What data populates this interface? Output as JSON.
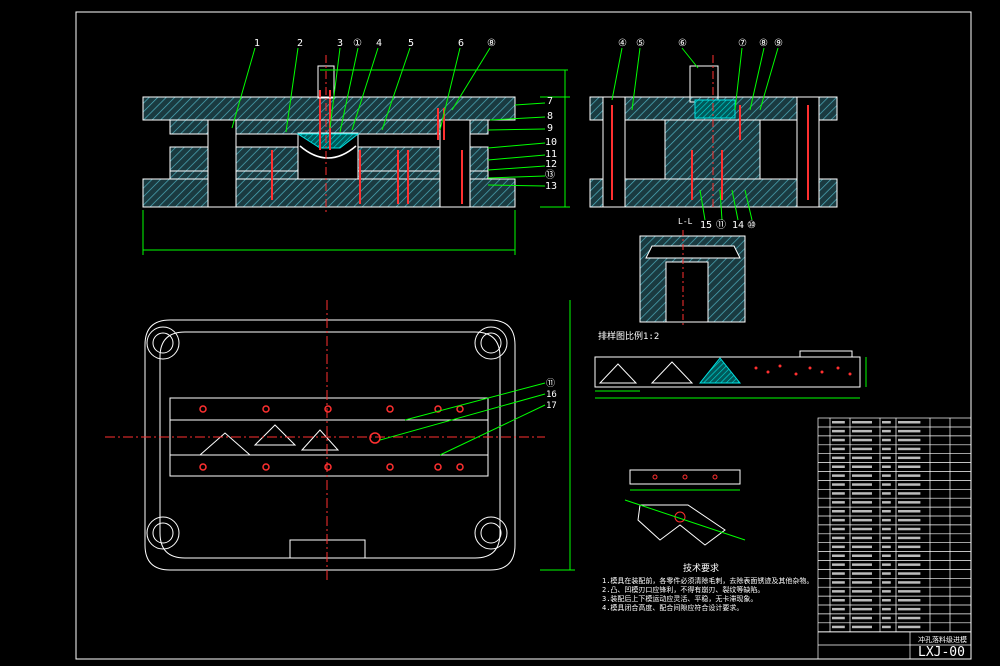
{
  "colors": {
    "background": "#000000",
    "outline": "#ffffff",
    "leader": "#00ff00",
    "hatch": "#40a0b0",
    "center": "#ff3030",
    "accent": "#ff2020",
    "text": "#ffffff",
    "cyan": "#00e0e0",
    "yellow": "#ffff00"
  },
  "front_view_labels": [
    "1",
    "2",
    "3",
    "①",
    "4",
    "5",
    "6",
    "⑧"
  ],
  "front_view_right_labels": [
    "7",
    "8",
    "9",
    "10",
    "11",
    "12",
    "⑬",
    "13"
  ],
  "side_view_top_labels": [
    "④",
    "⑤",
    "⑥",
    "⑦",
    "⑧",
    "⑨"
  ],
  "side_view_bottom_labels": [
    "15",
    "⑪",
    "14",
    "⑩"
  ],
  "plan_view_labels": [
    "⑪",
    "16",
    "17"
  ],
  "section_label": "L-L",
  "strip_layout_title": "排样图比例1:2",
  "tech_requirements": {
    "title": "技术要求",
    "lines": [
      "1.模具在装配前，各零件必须清除毛刺，去除表面锈迹及其他杂物。",
      "2.凸、凹模刃口应锋利，不得有崩刃、裂纹等缺陷。",
      "3.装配后上下模运动应灵活、平稳，无卡滞现象。",
      "4.模具闭合高度、配合间隙应符合设计要求。"
    ]
  },
  "title_block": {
    "drawing_title": "冲孔落料级进模",
    "drawing_code": "LXJ-00"
  }
}
